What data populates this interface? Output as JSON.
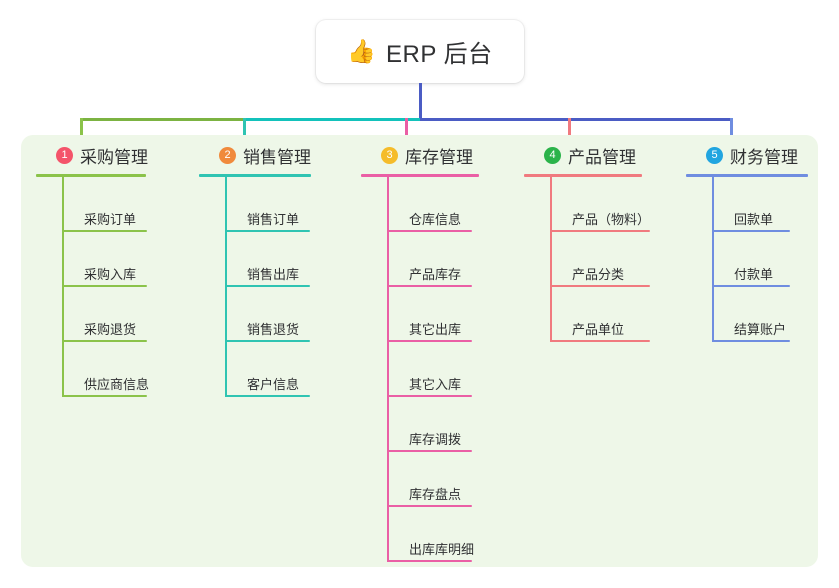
{
  "root": {
    "icon": "thumbs-up-icon",
    "icon_glyph": "👍",
    "title": "ERP 后台"
  },
  "panel": {
    "background": "#eef7e8"
  },
  "connector": {
    "trunk_color": "#4b5cc4",
    "bus_colors": [
      "#7cb342",
      "#13c2bb",
      "#4b5cc4"
    ]
  },
  "columns": [
    {
      "index": "1",
      "badge_color": "#f4546a",
      "line_color": "#8bc34a",
      "title": "采购管理",
      "items": [
        {
          "label": "采购订单"
        },
        {
          "label": "采购入库"
        },
        {
          "label": "采购退货"
        },
        {
          "label": "供应商信息"
        }
      ]
    },
    {
      "index": "2",
      "badge_color": "#f08a3c",
      "line_color": "#2fc4b2",
      "title": "销售管理",
      "items": [
        {
          "label": "销售订单"
        },
        {
          "label": "销售出库"
        },
        {
          "label": "销售退货"
        },
        {
          "label": "客户信息"
        }
      ]
    },
    {
      "index": "3",
      "badge_color": "#f5bc2a",
      "line_color": "#ea5fa5",
      "title": "库存管理",
      "items": [
        {
          "label": "仓库信息"
        },
        {
          "label": "产品库存"
        },
        {
          "label": "其它出库"
        },
        {
          "label": "其它入库"
        },
        {
          "label": "库存调拨"
        },
        {
          "label": "库存盘点"
        },
        {
          "label": "出库库明细"
        }
      ]
    },
    {
      "index": "4",
      "badge_color": "#2bb34a",
      "line_color": "#f07a7f",
      "title": "产品管理",
      "items": [
        {
          "label": "产品（物料）"
        },
        {
          "label": "产品分类"
        },
        {
          "label": "产品单位"
        }
      ]
    },
    {
      "index": "5",
      "badge_color": "#21a5e0",
      "line_color": "#6f8de0",
      "title": "财务管理",
      "items": [
        {
          "label": "回款单"
        },
        {
          "label": "付款单"
        },
        {
          "label": "结算账户"
        }
      ]
    }
  ]
}
